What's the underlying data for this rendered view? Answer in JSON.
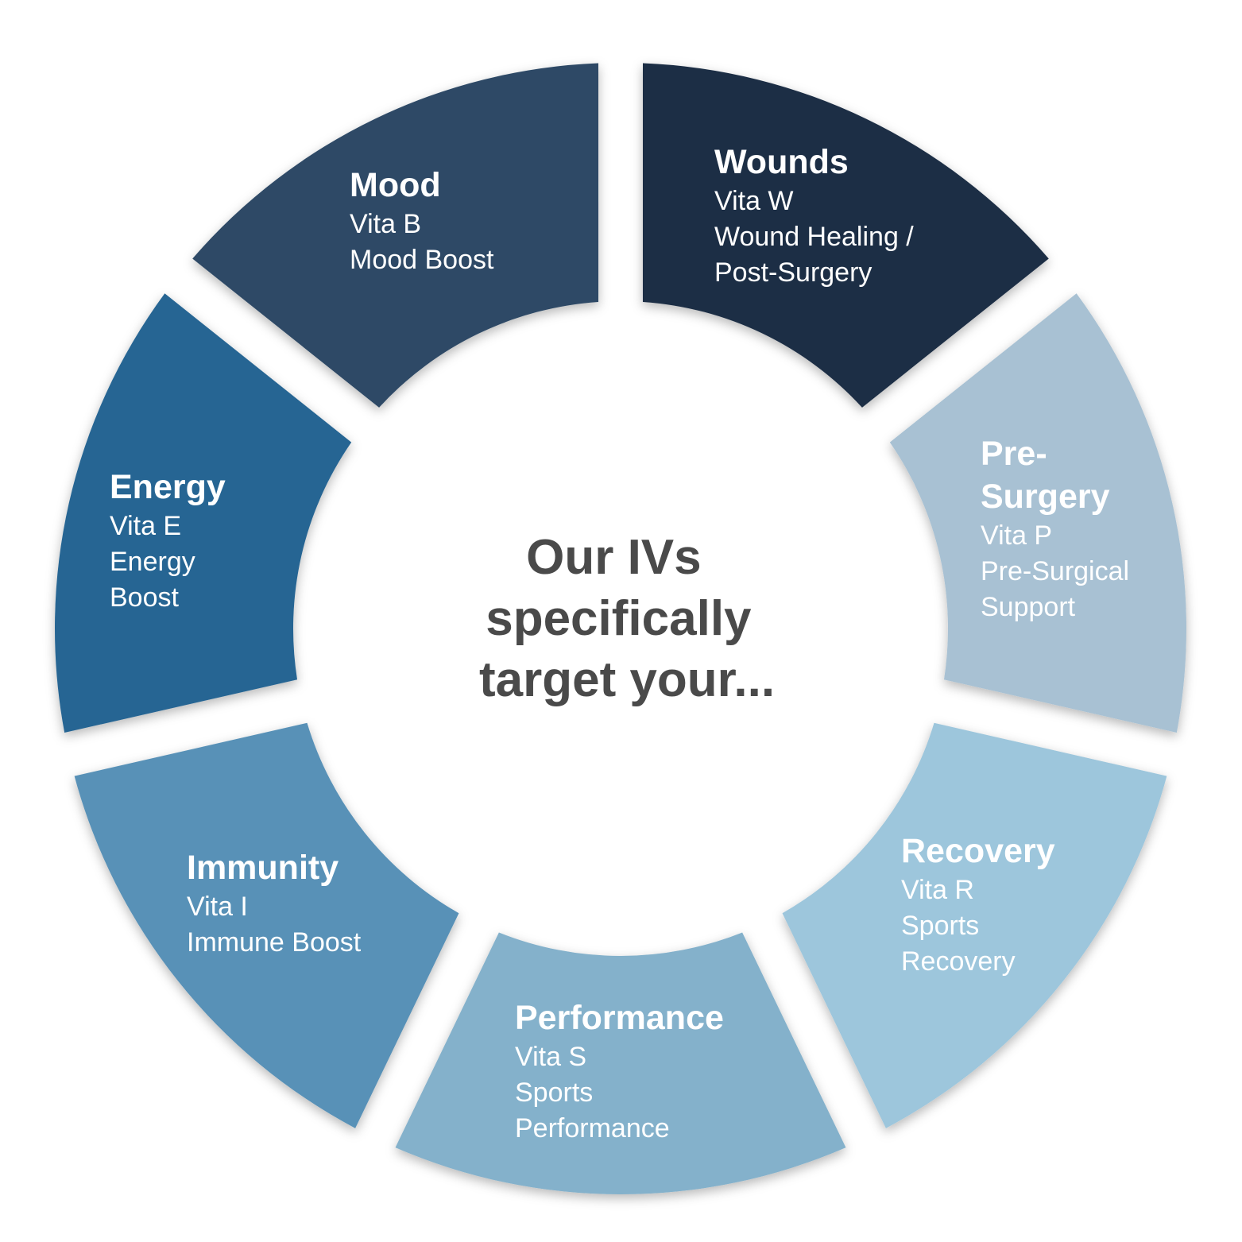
{
  "center": {
    "lines": [
      "Our IVs",
      "specifically",
      "target your..."
    ]
  },
  "segments": [
    {
      "id": "mood",
      "color": "#1b2d44",
      "title": [
        "Mood"
      ],
      "lines": [
        "Vita B",
        "Mood Boost"
      ]
    },
    {
      "id": "wounds",
      "color": "#a8c1d3",
      "title": [
        "Wounds"
      ],
      "lines": [
        "Vita W",
        "Wound Healing /",
        "Post-Surgery"
      ]
    },
    {
      "id": "pre-surgery",
      "color": "#9dc6dc",
      "title": [
        "Pre-",
        "Surgery"
      ],
      "lines": [
        "Vita P",
        "Pre-Surgical",
        "Support"
      ]
    },
    {
      "id": "recovery",
      "color": "#84b1cb",
      "title": [
        "Recovery"
      ],
      "lines": [
        "Vita R",
        "Sports",
        "Recovery"
      ]
    },
    {
      "id": "performance",
      "color": "#5891b7",
      "title": [
        "Performance"
      ],
      "lines": [
        "Vita S",
        "Sports",
        "Performance"
      ]
    },
    {
      "id": "immunity",
      "color": "#266593",
      "title": [
        "Immunity"
      ],
      "lines": [
        "Vita I",
        "Immune Boost"
      ]
    },
    {
      "id": "energy",
      "color": "#2d4a66",
      "title": [
        "Energy"
      ],
      "lines": [
        "Vita E",
        "Energy",
        "Boost"
      ]
    }
  ]
}
